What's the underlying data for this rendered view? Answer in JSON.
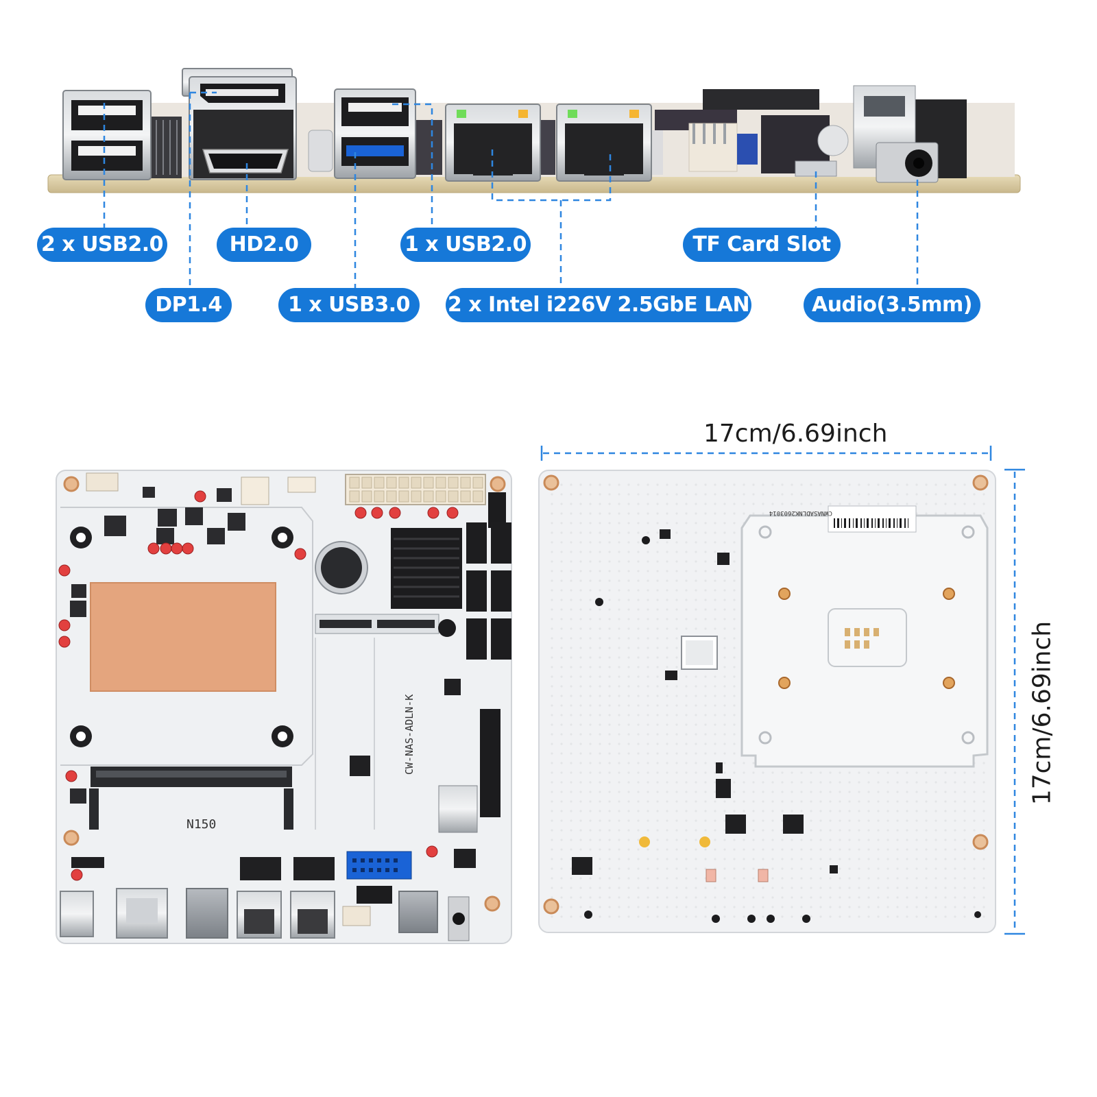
{
  "labels": {
    "usb2_dual": "2 x USB2.0",
    "hd": "HD2.0",
    "usb2_single": "1 x USB2.0",
    "tf_card": "TF Card Slot",
    "dp": "DP1.4",
    "usb3": "1 x USB3.0",
    "lan": "2 x Intel i226V 2.5GbE LAN",
    "audio": "Audio(3.5mm)"
  },
  "dimensions": {
    "width": "17cm/6.69inch",
    "height": "17cm/6.69inch"
  },
  "board_markings": {
    "model": "CW-NAS-ADLN-K",
    "cpu": "N150",
    "serial": "CWNASADLNK2603014"
  },
  "colors": {
    "accent_blue": "#1678d8",
    "pcb_white": "#eef0f2",
    "copper_pad": "#e4a57e",
    "connector_blue": "#1a63d6",
    "chip_black": "#1c1c1e"
  }
}
